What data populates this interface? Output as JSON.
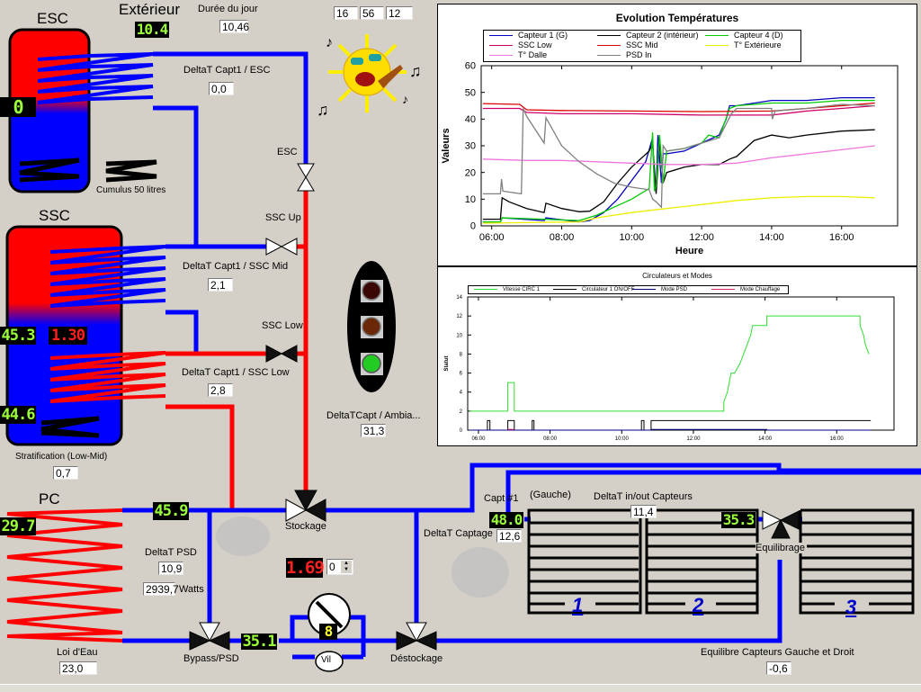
{
  "header": {
    "exterieur_label": "Extérieur",
    "exterieur_value": "10.4",
    "duree_jour_label": "Durée du jour",
    "duree_jour_value": "10,46",
    "time_h": "16",
    "time_m": "56",
    "time_s": "12"
  },
  "esc": {
    "title": "ESC",
    "temp_display": "0",
    "deltat_label": "DeltaT Capt1 / ESC",
    "deltat_value": "0,0",
    "cumulus_label": "Cumulus 50 litres",
    "valve_label": "ESC"
  },
  "ssc": {
    "title": "SSC",
    "temp_mid": "45.3",
    "temp_low": "44.6",
    "red_display": "1.30",
    "deltat_mid_label": "DeltaT Capt1 / SSC Mid",
    "deltat_mid_value": "2,1",
    "deltat_low_label": "DeltaT Capt1 / SSC Low",
    "deltat_low_value": "2,8",
    "valve_up_label": "SSC Up",
    "valve_low_label": "SSC Low",
    "stratification_label": "Stratification (Low-Mid)",
    "stratification_value": "0,7"
  },
  "traffic_light": {
    "label": "DeltaTCapt / Ambia...",
    "value": "31,3",
    "state": "green"
  },
  "pc": {
    "title": "PC",
    "temp": "29.7",
    "supply_temp": "45.9",
    "return_temp": "35.1",
    "deltat_psd_label": "DeltaT PSD",
    "deltat_psd_value": "10,9",
    "power_value": "2939,7",
    "power_unit": "Watts",
    "loi_eau_label": "Loi d'Eau",
    "loi_eau_value": "23,0",
    "bypass_label": "Bypass/PSD",
    "stockage_label": "Stockage",
    "destockage_label": "Déstockage",
    "flow_display": "1.69",
    "spinner_value": "0",
    "pump_digit": "8",
    "flowmeter_label": "Vil"
  },
  "capteurs": {
    "capt1_label": "Capt #1",
    "gauche_label": "(Gauche)",
    "capt1_temp": "48.0",
    "deltat_captage_label": "DeltaT Captage",
    "deltat_captage_value": "12,6",
    "deltat_inout_label": "DeltaT in/out Capteurs",
    "deltat_inout_value": "11,4",
    "return_temp": "35.3",
    "equilibrage_label": "Equilibrage",
    "panel_numbers": [
      "1",
      "2",
      "3"
    ],
    "equilibre_label": "Equilibre Capteurs Gauche et Droit",
    "equilibre_value": "-0,6"
  },
  "chart_data": [
    {
      "type": "line",
      "title": "Evolution Températures",
      "xlabel": "Heure",
      "ylabel": "Valeurs",
      "xlim": [
        5.7,
        17.6
      ],
      "ylim": [
        0,
        60
      ],
      "xticks": [
        "06:00",
        "08:00",
        "10:00",
        "12:00",
        "14:00",
        "16:00"
      ],
      "xtick_values": [
        6,
        8,
        10,
        12,
        14,
        16
      ],
      "yticks": [
        0,
        10,
        20,
        30,
        40,
        50,
        60
      ],
      "legend_position": "top",
      "series": [
        {
          "name": "Capteur 1 (G)",
          "color": "#0000c0",
          "x": [
            5.75,
            6.25,
            6.3,
            7.5,
            7.55,
            8.5,
            8.8,
            9.2,
            9.6,
            10.0,
            10.4,
            10.6,
            10.65,
            10.7,
            10.75,
            10.85,
            10.9,
            11.0,
            11.5,
            12.0,
            12.5,
            12.7,
            12.8,
            13.0,
            14.0,
            15.0,
            16.0,
            16.95
          ],
          "y": [
            1.5,
            1.5,
            3,
            2,
            3,
            1.5,
            2,
            5,
            10,
            17,
            24,
            33,
            15,
            14,
            34,
            16,
            27,
            27,
            28,
            31,
            34,
            40,
            45,
            45,
            47,
            47,
            48,
            48
          ]
        },
        {
          "name": "Capteur 2 (intérieur)",
          "color": "#000000",
          "x": [
            5.75,
            6.25,
            6.3,
            6.5,
            7.0,
            7.5,
            7.55,
            8.0,
            8.5,
            8.8,
            9.2,
            9.6,
            10.0,
            10.5,
            10.6,
            10.7,
            10.8,
            10.9,
            11.0,
            11.5,
            12.0,
            12.5,
            12.8,
            13.0,
            13.5,
            14.0,
            14.5,
            15.0,
            16.0,
            16.95
          ],
          "y": [
            2.5,
            2.5,
            10.5,
            9,
            6.5,
            5,
            8.5,
            6.5,
            5.3,
            5.5,
            9,
            16,
            22,
            28,
            31,
            12,
            32,
            16,
            20,
            22,
            23,
            23,
            25,
            26,
            32,
            34,
            33,
            34,
            35.5,
            36
          ]
        },
        {
          "name": "Capteur 4 (D)",
          "color": "#00cc00",
          "x": [
            5.75,
            6.25,
            6.3,
            7.5,
            8.5,
            9.0,
            9.5,
            10.0,
            10.5,
            10.6,
            10.65,
            10.7,
            10.8,
            10.9,
            11.0,
            11.5,
            12.0,
            12.2,
            12.5,
            12.8,
            13.0,
            14.0,
            15.0,
            16.0,
            16.95
          ],
          "y": [
            1.5,
            1.5,
            3,
            2.5,
            2,
            4,
            7,
            10,
            14,
            35,
            13,
            15,
            34,
            16,
            28,
            29,
            31,
            34,
            33,
            44,
            45,
            46,
            46,
            47,
            47
          ]
        },
        {
          "name": "SSC Low",
          "color": "#cc0066",
          "x": [
            5.75,
            6.8,
            7.0,
            8.0,
            10.0,
            12.0,
            14.0,
            15.0,
            16.0,
            16.95
          ],
          "y": [
            44,
            44,
            42.5,
            42,
            42,
            41.5,
            41.5,
            43,
            44,
            45
          ]
        },
        {
          "name": "SSC Mid",
          "color": "#dd0000",
          "x": [
            5.75,
            6.8,
            7.0,
            8.0,
            10.0,
            12.0,
            14.0,
            15.0,
            16.0,
            16.95
          ],
          "y": [
            45.8,
            45.5,
            43.5,
            43.2,
            43,
            42.8,
            43,
            44,
            45,
            46
          ]
        },
        {
          "name": "T° Extérieure",
          "color": "#eeee00",
          "x": [
            5.75,
            8.5,
            9.0,
            10.0,
            11.0,
            12.0,
            13.0,
            14.0,
            15.0,
            16.0,
            16.95
          ],
          "y": [
            1,
            1.5,
            3,
            5,
            6.5,
            8,
            9.5,
            10.5,
            11,
            11,
            10.5
          ]
        },
        {
          "name": "T° Dalle",
          "color": "#ee77dd",
          "x": [
            5.75,
            7.0,
            8.0,
            9.0,
            10.0,
            11.0,
            12.0,
            13.0,
            14.0,
            15.0,
            16.0,
            16.95
          ],
          "y": [
            25,
            24.5,
            24.5,
            24,
            23.5,
            23,
            23,
            23.5,
            25.5,
            27,
            28.5,
            30
          ]
        },
        {
          "name": "PSD In",
          "color": "#808080",
          "x": [
            5.75,
            6.25,
            6.28,
            6.32,
            6.85,
            6.9,
            7.0,
            7.5,
            7.55,
            8.0,
            8.5,
            9.0,
            9.5,
            10.0,
            10.5,
            10.6,
            10.7,
            10.85,
            10.9,
            11.0,
            11.5,
            12.0,
            12.5,
            12.85,
            13.0,
            14.0,
            14.02,
            14.1,
            15.0,
            16.0,
            16.95
          ],
          "y": [
            12,
            12,
            17.5,
            13,
            12,
            44,
            41,
            31,
            40.5,
            30,
            24,
            19.5,
            16,
            14.5,
            13.5,
            10,
            9,
            7,
            30,
            28,
            29,
            31,
            33,
            42,
            44,
            44,
            40,
            43,
            44,
            45.5,
            45
          ]
        }
      ]
    },
    {
      "type": "line",
      "title": "Circulateurs et Modes",
      "xlabel": "",
      "ylabel": "Statut",
      "xlim": [
        5.7,
        17.6
      ],
      "ylim": [
        0,
        14
      ],
      "xticks": [
        "06:00",
        "08:00",
        "10:00",
        "12:00",
        "14:00",
        "16:00"
      ],
      "xtick_values": [
        6,
        8,
        10,
        12,
        14,
        16
      ],
      "yticks": [
        0,
        2,
        4,
        6,
        8,
        10,
        12,
        14
      ],
      "legend_position": "top",
      "series": [
        {
          "name": "Vitesse CIRC 1",
          "color": "#33dd33",
          "step": true,
          "x": [
            5.75,
            6.82,
            6.82,
            7.0,
            7.0,
            12.85,
            12.85,
            12.95,
            13.0,
            13.05,
            13.15,
            13.3,
            13.4,
            13.5,
            13.6,
            13.65,
            14.05,
            14.05,
            16.65,
            16.65,
            16.75,
            16.8,
            16.85,
            16.9
          ],
          "y": [
            2,
            2,
            5,
            5,
            2,
            2,
            3,
            4,
            5,
            6,
            6,
            7,
            8,
            9,
            10,
            11,
            11,
            12,
            12,
            11,
            10,
            9,
            8.5,
            8
          ]
        },
        {
          "name": "Circulateur 1 ON/OFF",
          "color": "#000000",
          "step": true,
          "x": [
            5.75,
            6.25,
            6.25,
            6.32,
            6.32,
            6.82,
            6.82,
            7.0,
            7.0,
            7.5,
            7.5,
            7.55,
            7.55,
            10.55,
            10.55,
            10.62,
            10.62,
            10.82,
            10.82,
            16.95
          ],
          "y": [
            0,
            0,
            1,
            1,
            0,
            0,
            1,
            1,
            0,
            0,
            1,
            1,
            0,
            0,
            1,
            1,
            0,
            0,
            1,
            1
          ]
        },
        {
          "name": "Mode PSD",
          "color": "#000080",
          "step": true,
          "x": [
            5.75,
            10.82,
            10.82,
            14.05,
            14.05,
            16.95
          ],
          "y": [
            0,
            0,
            0.08,
            0.08,
            0,
            0
          ]
        },
        {
          "name": "Mode Chauffage",
          "color": "#dd2266",
          "step": true,
          "x": [
            6.82,
            7.0
          ],
          "y": [
            0.08,
            0.08
          ]
        }
      ]
    }
  ]
}
